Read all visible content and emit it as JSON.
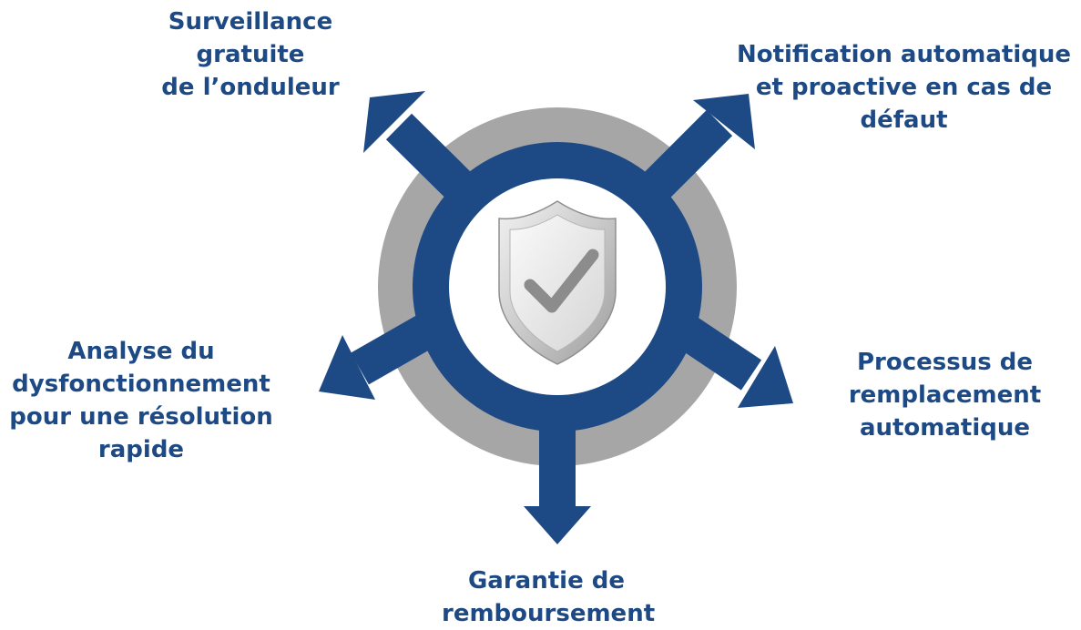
{
  "colors": {
    "primary_blue": "#1d4a85",
    "outer_ring_gray": "#a6a6a6",
    "shield_silver": "#c8c8c8",
    "check_gray": "#8c8c8c",
    "background": "#ffffff"
  },
  "center": {
    "icon": "shield-check-icon"
  },
  "branches": [
    {
      "id": "top-left",
      "direction": "up-left",
      "arrow_icon": "arrow-up-left-icon",
      "lines": [
        "Surveillance",
        "gratuite",
        "de l’onduleur"
      ]
    },
    {
      "id": "top-right",
      "direction": "up-right",
      "arrow_icon": "arrow-up-right-icon",
      "lines": [
        "Notification automatique",
        "et proactive en cas de",
        "défaut"
      ]
    },
    {
      "id": "left",
      "direction": "down-left",
      "arrow_icon": "arrow-down-left-icon",
      "lines": [
        "Analyse du",
        "dysfonctionnement",
        "pour une résolution",
        "rapide"
      ]
    },
    {
      "id": "right",
      "direction": "down-right",
      "arrow_icon": "arrow-down-right-icon",
      "lines": [
        "Processus de",
        "remplacement",
        "automatique"
      ]
    },
    {
      "id": "bottom",
      "direction": "down",
      "arrow_icon": "arrow-down-icon",
      "lines": [
        "Garantie de",
        "remboursement"
      ]
    }
  ]
}
